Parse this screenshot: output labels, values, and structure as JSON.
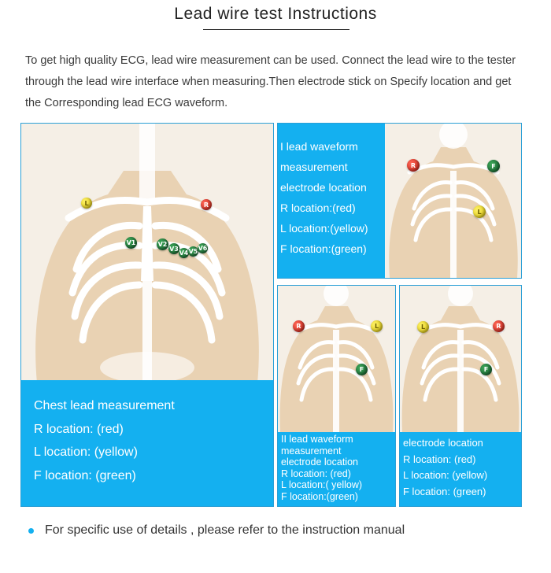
{
  "page": {
    "title": "Lead wire test Instructions",
    "intro": "To get high quality ECG, lead wire measurement can be used. Connect the lead wire to the tester through the lead wire interface when measuring.Then electrode stick on Specify location and get the Corresponding lead ECG waveform."
  },
  "chest_panel": {
    "lines": [
      "Chest lead measurement",
      "R location: (red)",
      "L location: (yellow)",
      "F location: (green)"
    ],
    "electrodes": [
      "L",
      "R",
      "V1",
      "V2",
      "V3",
      "V4",
      "V5",
      "V6"
    ]
  },
  "lead1_panel": {
    "lines": [
      "I lead waveform",
      "measurement",
      "electrode location",
      "R location:(red)",
      "L location:(yellow)",
      "F location:(green)"
    ],
    "electrodes": [
      "R",
      "F",
      "L"
    ]
  },
  "lead2_panel": {
    "lines": [
      "II lead waveform",
      "measurement",
      "electrode location",
      "R location: (red)",
      "L location:( yellow)",
      "F location:(green)"
    ],
    "electrodes": [
      "R",
      "L",
      "F"
    ]
  },
  "lead3_panel": {
    "lines": [
      "electrode location",
      "R location: (red)",
      "L location: (yellow)",
      "F location: (green)"
    ],
    "electrodes": [
      "L",
      "R",
      "F"
    ]
  },
  "footer": {
    "note": "For specific use of details , please refer to the instruction manual"
  },
  "colors": {
    "accent": "#14b0f0",
    "red": "#c11b10",
    "yellow": "#d8c000",
    "green": "#11592a"
  }
}
